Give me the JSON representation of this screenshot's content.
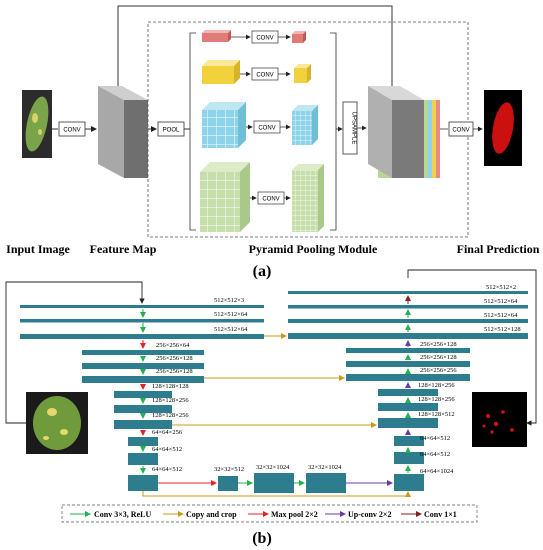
{
  "part_a": {
    "caption": "(a)",
    "labels": {
      "input_image": "Input Image",
      "feature_map": "Feature Map",
      "pyramid_pooling_module": "Pyramid Pooling Module",
      "final_prediction": "Final Prediction"
    },
    "ops": {
      "conv": "CONV",
      "pool": "POOL",
      "upsample": "UPSAMPLE"
    }
  },
  "part_b": {
    "caption": "(b)",
    "dims": {
      "enc1_a": "512×512×3",
      "enc1_b": "512×512×64",
      "enc1_c": "512×512×64",
      "enc2_a": "256×256×64",
      "enc2_b": "256×256×128",
      "enc2_c": "256×256×128",
      "enc3_a": "128×128×128",
      "enc3_b": "128×128×256",
      "enc3_c": "128×128×256",
      "enc4_a": "64×64×256",
      "enc4_b": "64×64×512",
      "enc4_c": "64×64×512",
      "bot_a": "32×32×512",
      "bot_b": "32×32×1024",
      "bot_c": "32×32×1024",
      "dec1_a": "512×512×2",
      "dec1_b": "512×512×64",
      "dec1_c": "512×512×64",
      "dec1_d": "512×512×128",
      "dec2_a": "256×256×128",
      "dec2_b": "256×256×128",
      "dec2_c": "256×256×256",
      "dec3_a": "128×128×256",
      "dec3_b": "128×128×256",
      "dec3_c": "128×128×512",
      "dec4_a": "64×64×512",
      "dec4_b": "64×64×512",
      "dec4_c": "64×64×1024"
    },
    "legend": {
      "conv_relu": "Conv 3×3, ReLU",
      "copy_crop": "Copy and crop",
      "max_pool": "Max pool 2×2",
      "up_conv": "Up-conv 2×2",
      "conv_1x1": "Conv 1×1"
    }
  },
  "colors": {
    "layer_bar": "#2e7d8f",
    "conv_arrow": "#22b24c",
    "copy_arrow": "#c99a18",
    "pool_arrow": "#e0242a",
    "upconv_arrow": "#6a3ba6",
    "conv1x1_arrow": "#8a1c1c"
  }
}
